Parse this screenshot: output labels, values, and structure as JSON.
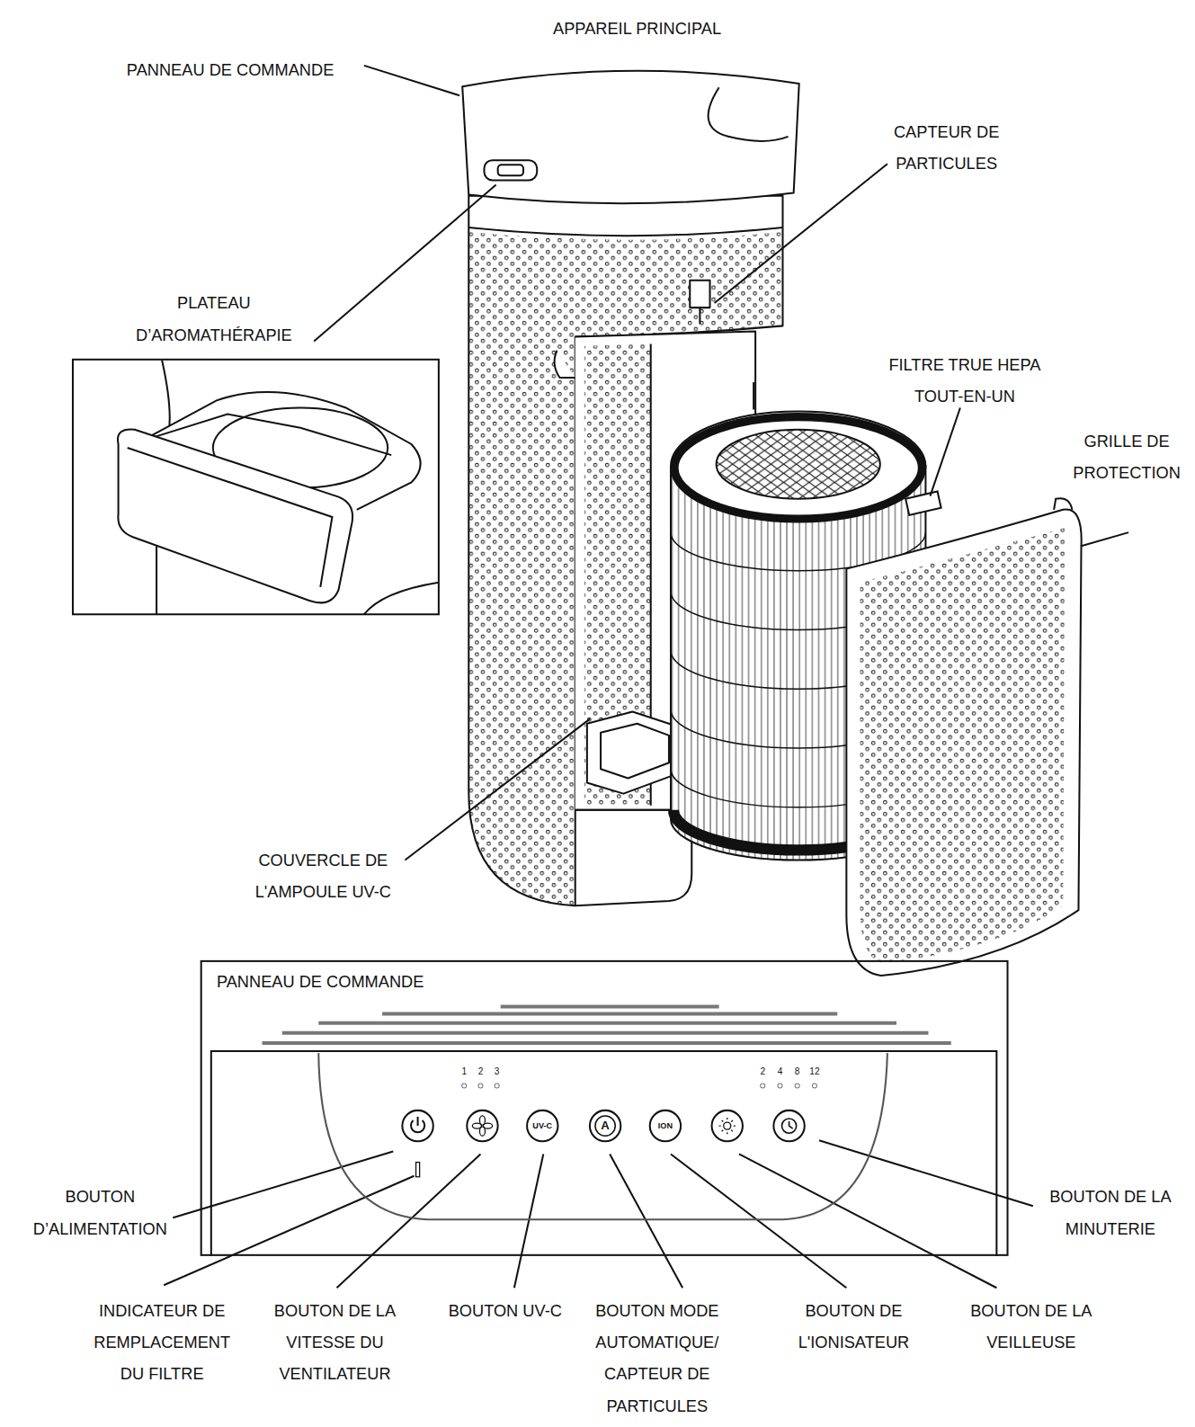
{
  "diagram": {
    "nodes": [
      {
        "text": [
          "PANNEAU DE COMMANDE"
        ]
      }
    ],
    "labels": [
      "APPAREIL PRINCIPAL",
      "PANNEAU DE COMMANDE",
      "CAPTEUR DE PARTICULES",
      "PLATEAU D’AROMATHÉRAPIE",
      "FILTRE TRUE HEPA TOUT-EN-UN",
      "GRILLE DE PROTECTION",
      "COUVERCLE DE L'AMPOULE UV-C",
      "BOUTON D’ALIMENTATION",
      "INDICATEUR DE REMPLACEMENT DU FILTRE",
      "BOUTON DE LA VITESSE DU VENTILATEUR",
      "BOUTON UV-C",
      "BOUTON MODE AUTOMATIQUE/ CAPTEUR DE PARTICULES",
      "BOUTON DE L'IONISATEUR",
      "BOUTON DE LA VEILLEUSE",
      "BOUTON DE LA MINUTERIE",
      "1",
      "2",
      "3",
      "2",
      "4",
      "8",
      "12",
      "UV-C",
      "A",
      "ION"
    ]
  }
}
